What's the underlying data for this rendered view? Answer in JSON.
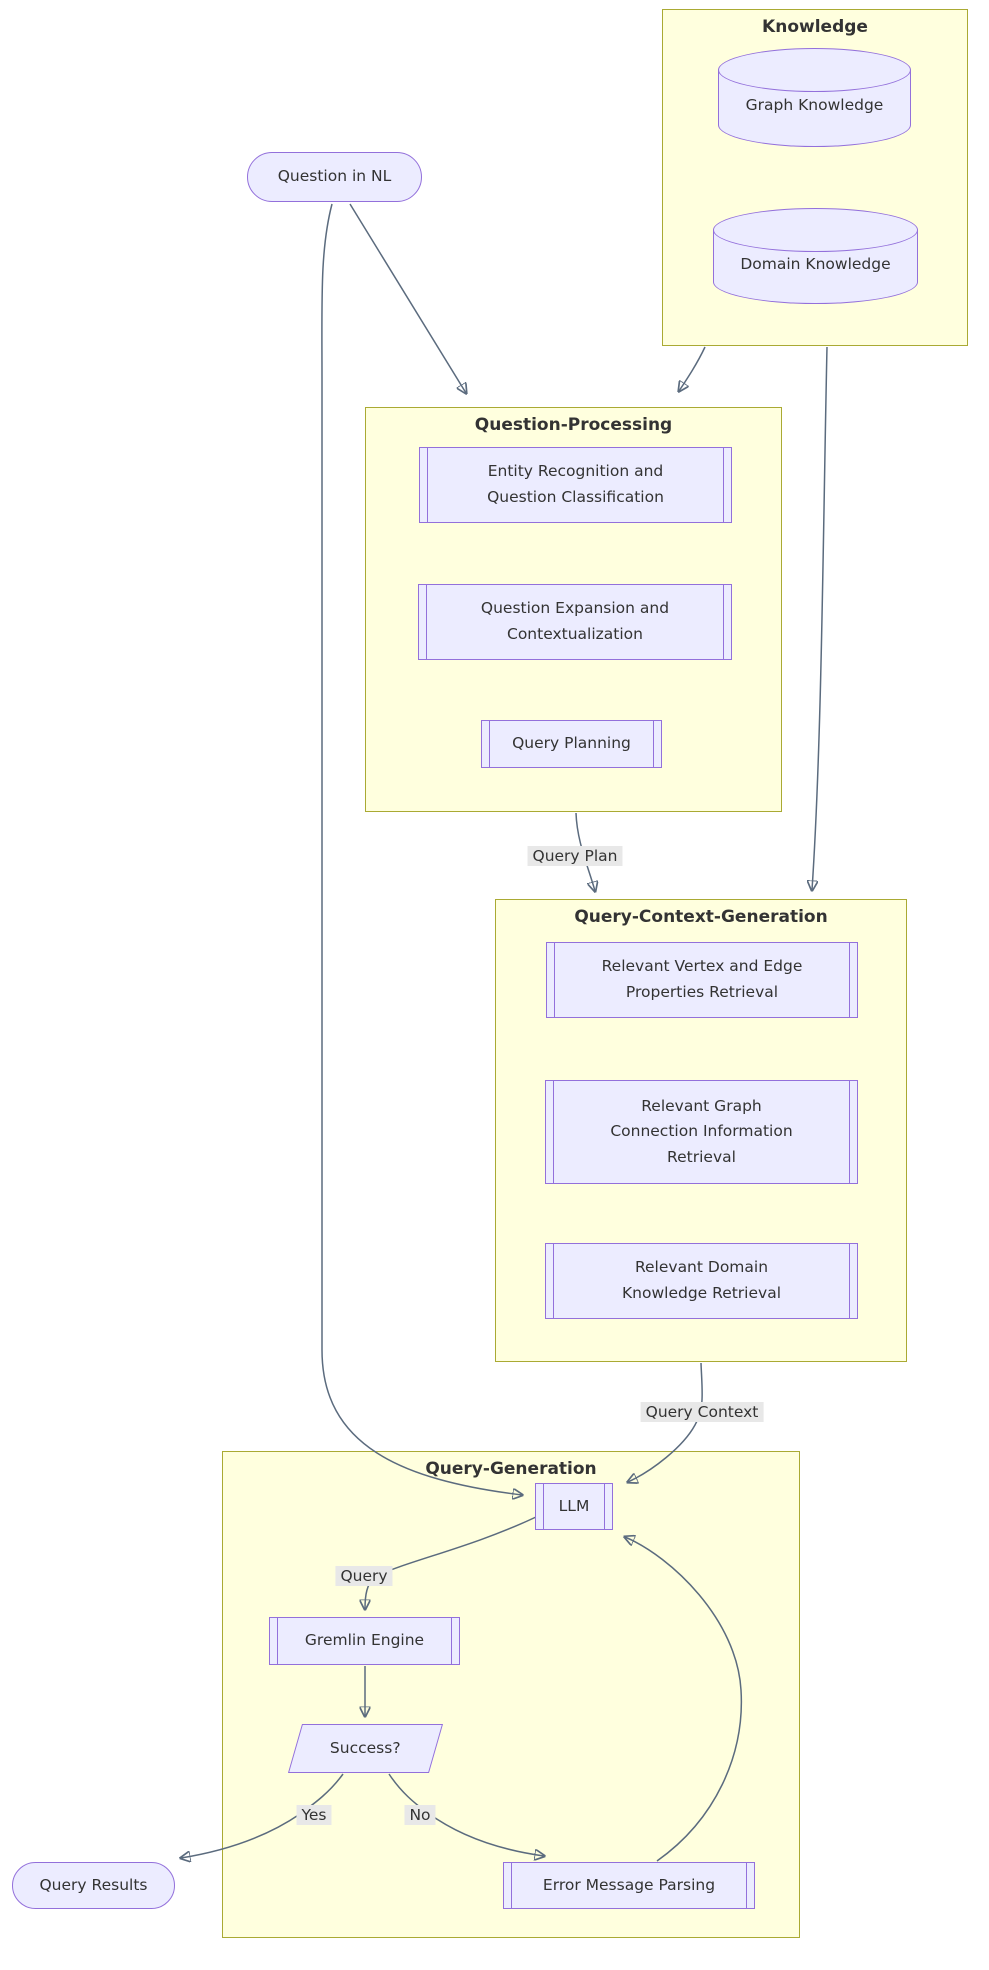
{
  "clusters": {
    "knowledge": {
      "title": "Knowledge"
    },
    "question_processing": {
      "title": "Question-Processing"
    },
    "query_context_generation": {
      "title": "Query-Context-Generation"
    },
    "query_generation": {
      "title": "Query-Generation"
    }
  },
  "nodes": {
    "question_in_nl": {
      "label": "Question in NL",
      "shape": "stadium"
    },
    "graph_knowledge": {
      "label": "Graph Knowledge",
      "shape": "cylinder"
    },
    "domain_knowledge": {
      "label": "Domain Knowledge",
      "shape": "cylinder"
    },
    "entity_recognition": {
      "label": "Entity Recognition and\nQuestion Classification",
      "shape": "subroutine"
    },
    "question_expansion": {
      "label": "Question Expansion and\nContextualization",
      "shape": "subroutine"
    },
    "query_planning": {
      "label": "Query Planning",
      "shape": "subroutine"
    },
    "relevant_vertex_edge": {
      "label": "Relevant Vertex and Edge\nProperties Retrieval",
      "shape": "subroutine"
    },
    "relevant_graph_connection": {
      "label": "Relevant Graph\nConnection Information\nRetrieval",
      "shape": "subroutine"
    },
    "relevant_domain_knowledge": {
      "label": "Relevant Domain\nKnowledge Retrieval",
      "shape": "subroutine"
    },
    "llm": {
      "label": "LLM",
      "shape": "subroutine"
    },
    "gremlin_engine": {
      "label": "Gremlin Engine",
      "shape": "subroutine"
    },
    "success": {
      "label": "Success?",
      "shape": "parallelogram"
    },
    "error_message_parsing": {
      "label": "Error Message Parsing",
      "shape": "subroutine"
    },
    "query_results": {
      "label": "Query Results",
      "shape": "stadium"
    }
  },
  "edge_labels": {
    "query_plan": "Query Plan",
    "query_context": "Query Context",
    "query": "Query",
    "yes": "Yes",
    "no": "No"
  },
  "colors": {
    "node_fill": "#ECECFF",
    "node_border": "#9370DB",
    "cluster_fill": "#FFFFDE",
    "cluster_border": "#AAAA33",
    "edge": "#5B6B7E",
    "label_bg": "#E8E8E8",
    "text": "#333333"
  }
}
